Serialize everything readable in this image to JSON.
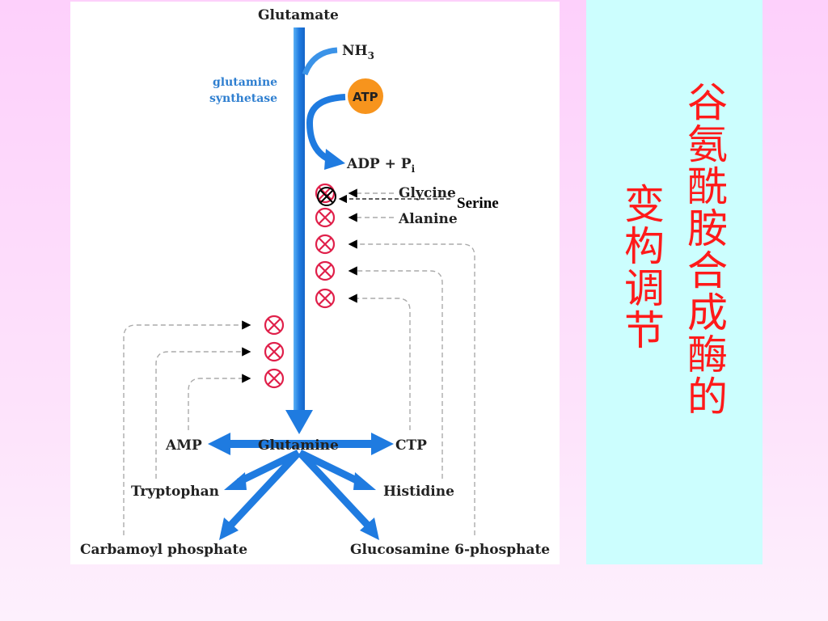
{
  "diagram": {
    "top_substrate": "Glutamate",
    "enzyme_line1": "glutamine",
    "enzyme_line2": "synthetase",
    "nh3": "NH",
    "nh3_sub": "3",
    "atp": "ATP",
    "adp": "ADP + P",
    "adp_sub": "i",
    "inhibitors": [
      "Glycine",
      "Serine",
      "Alanine"
    ],
    "center_product": "Glutamine",
    "products_left": [
      "AMP",
      "Tryptophan",
      "Carbamoyl phosphate"
    ],
    "products_right": [
      "CTP",
      "Histidine",
      "Glucosamine 6-phosphate"
    ]
  },
  "title": {
    "line1": "谷氨酰胺合成酶的",
    "line2": "变构调节"
  },
  "colors": {
    "main_arrow": "#1f7be0",
    "enzyme_text": "#2f7fd0",
    "inhibition_mark": "#e0204a",
    "atp_circle": "#f7941d",
    "title_text": "#ff1a1a",
    "title_panel": "#ccfefe"
  }
}
